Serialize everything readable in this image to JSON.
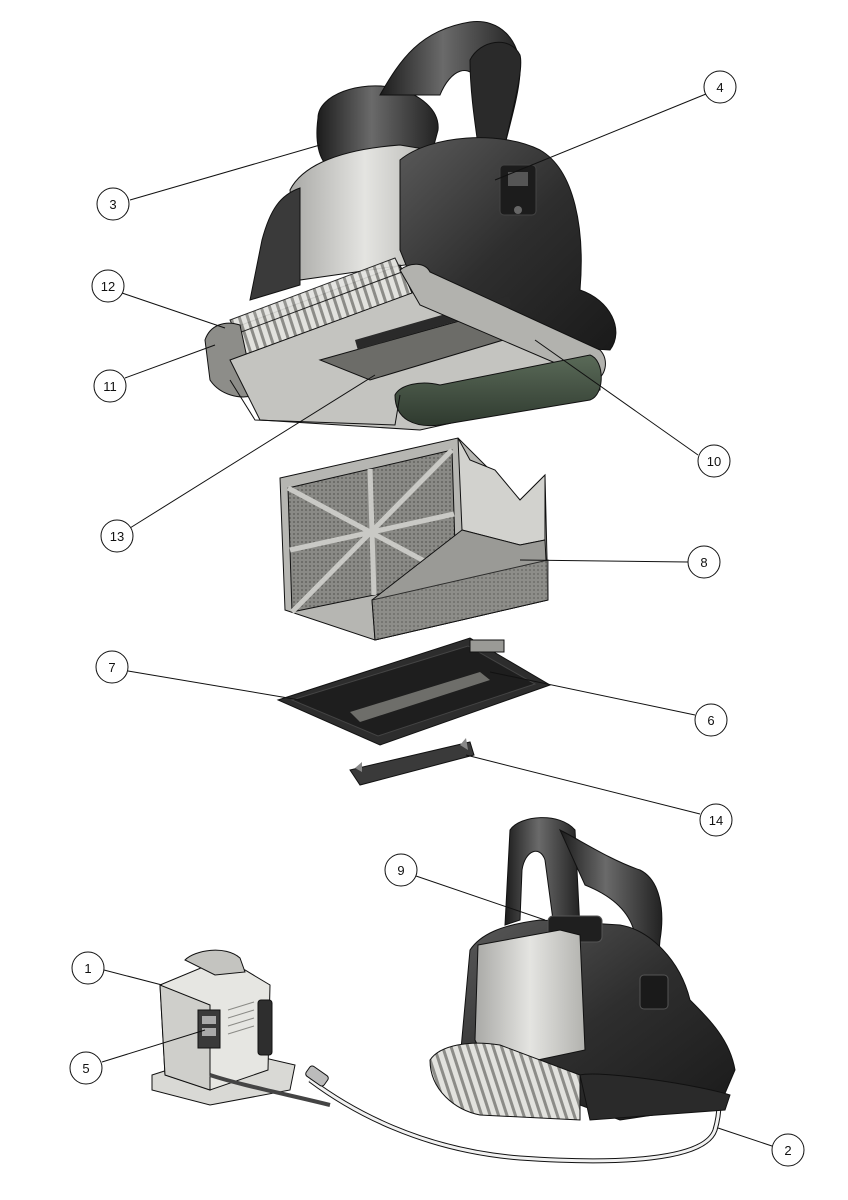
{
  "callouts": {
    "c1": "1",
    "c2": "2",
    "c3": "3",
    "c4": "4",
    "c5": "5",
    "c6": "6",
    "c7": "7",
    "c8": "8",
    "c9": "9",
    "c10": "10",
    "c11": "11",
    "c12": "12",
    "c13": "13",
    "c14": "14"
  },
  "parts": [
    "robot-top-exploded",
    "filter-basket",
    "bottom-lid",
    "bottom-clip",
    "power-supply",
    "cable",
    "robot-assembled"
  ],
  "colors": {
    "body_dark": "#2e2e2e",
    "body_mid": "#4a4a4a",
    "panel_light": "#c9c9c7",
    "brush_light": "#dcdcd8",
    "filter_frame": "#b8b8b4",
    "line": "#111111"
  }
}
